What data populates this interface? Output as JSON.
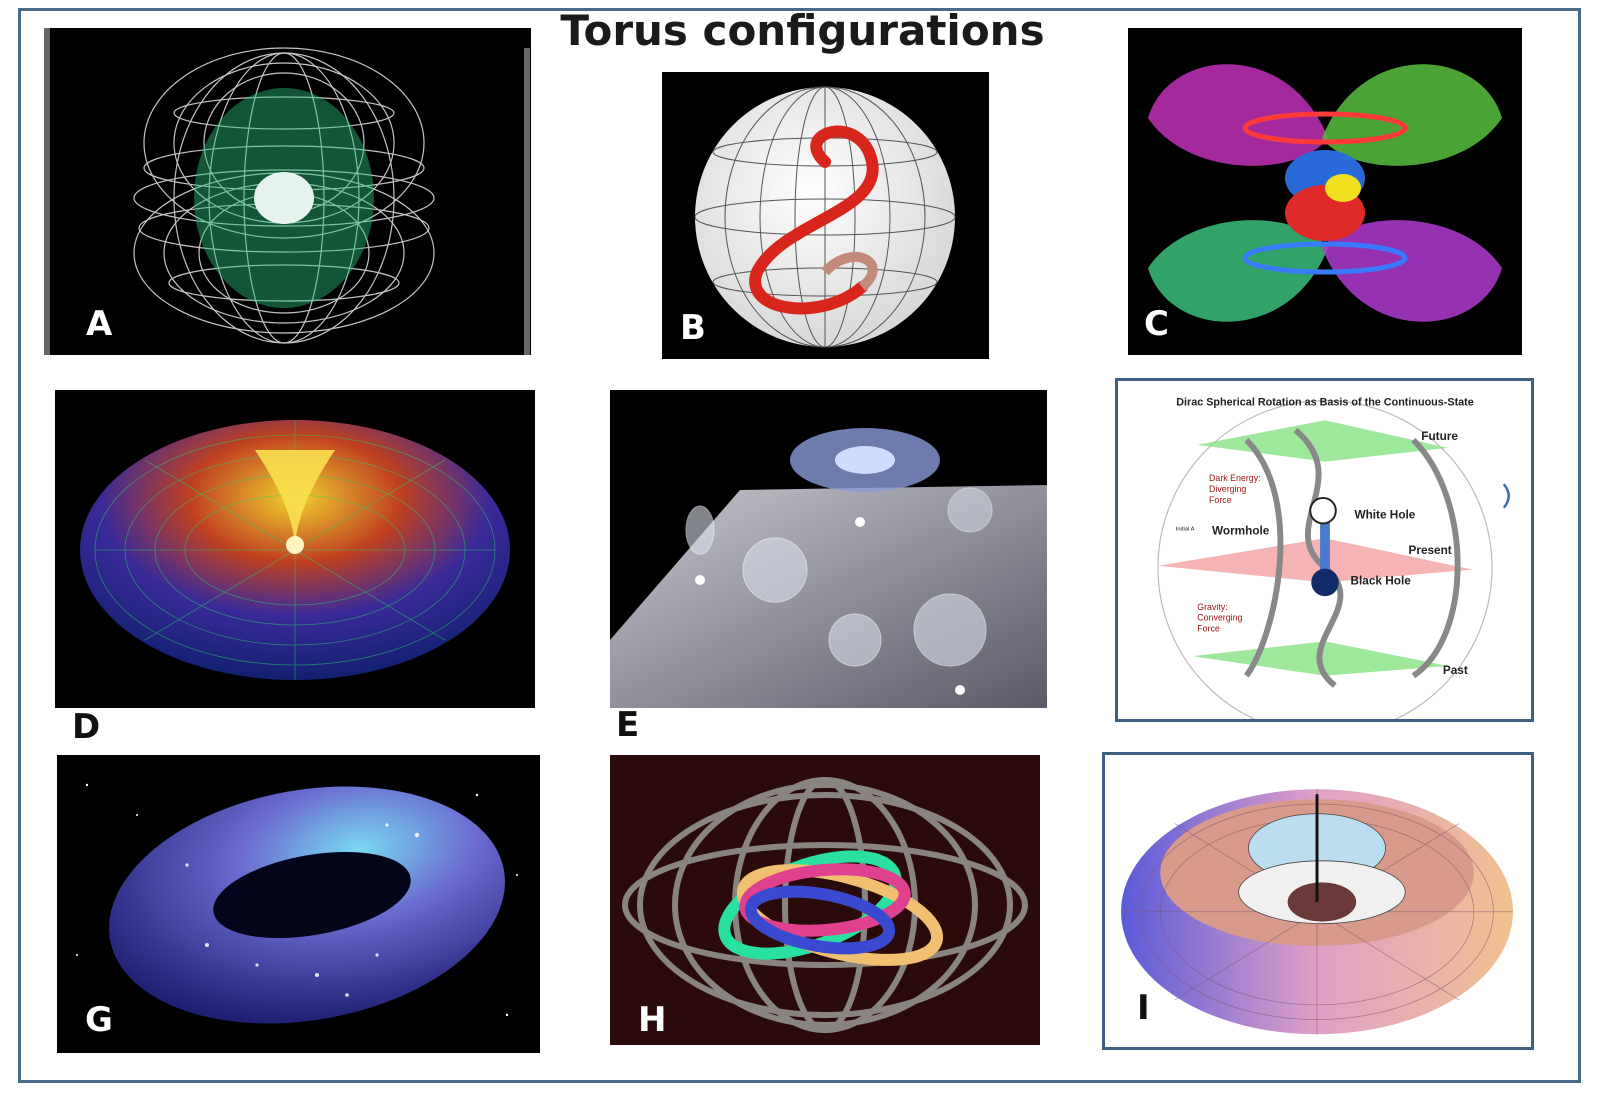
{
  "title": "Torus configurations",
  "accent_colors": {
    "frame": "#4a6a8a",
    "box_border": "#3d5f82"
  },
  "panels": [
    {
      "letter": "A",
      "icon": "wireframe-torus-icon"
    },
    {
      "letter": "B",
      "icon": "spiral-sphere-icon"
    },
    {
      "letter": "C",
      "icon": "rainbow-toroidal-surfaces-icon"
    },
    {
      "letter": "D",
      "icon": "grid-torus-icon"
    },
    {
      "letter": "E",
      "icon": "spacetime-bubbles-icon"
    },
    {
      "letter": "G",
      "icon": "cosmic-torus-icon"
    },
    {
      "letter": "H",
      "icon": "ribbon-torus-icon"
    },
    {
      "letter": "I",
      "icon": "nested-torus-surface-icon"
    }
  ],
  "dirac_diagram": {
    "title": "Dirac Spherical Rotation as Basis of the Continuous-State",
    "labels": {
      "future": "Future",
      "past": "Past",
      "present": "Present",
      "white_hole": "White Hole",
      "black_hole": "Black Hole",
      "wormhole": "Wormhole",
      "initial": "Initial A",
      "dark_energy": "Dark Energy:",
      "diverging": "Diverging",
      "force_top": "Force",
      "gravity": "Gravity:",
      "converging": "Converging",
      "force_bottom": "Force"
    }
  }
}
